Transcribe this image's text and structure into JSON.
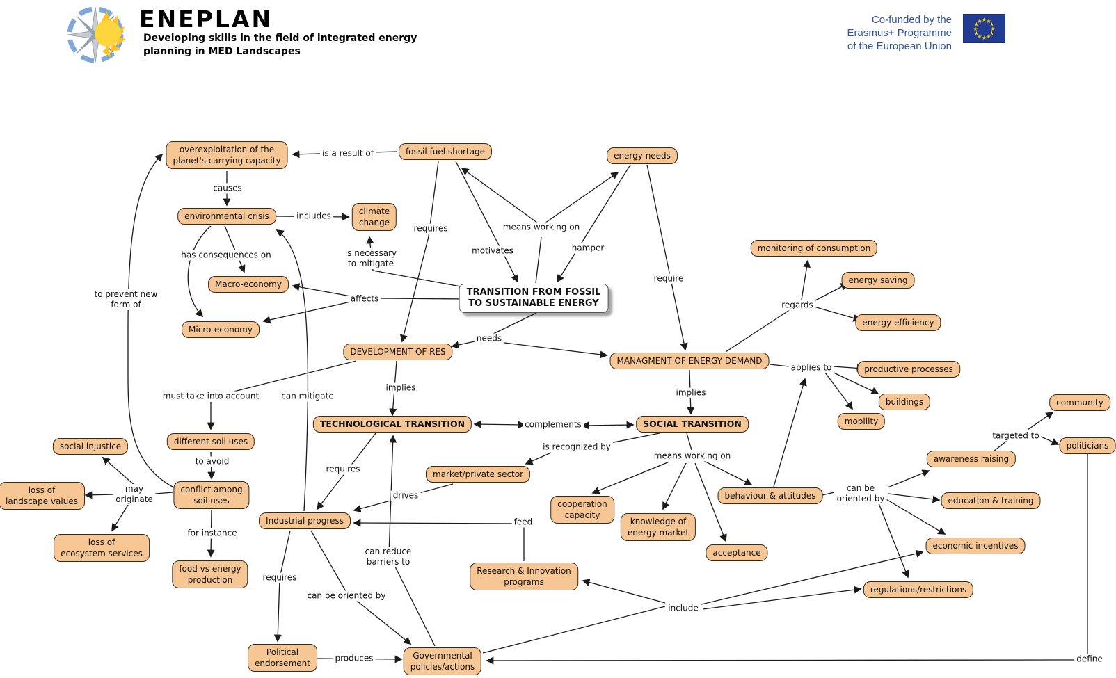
{
  "header": {
    "logo_title": "ENEPLAN",
    "logo_subtitle_line1": "Developing skills in the field of integrated energy",
    "logo_subtitle_line2": "planning in MED Landscapes",
    "eu_funding_line1": "Co-funded by the",
    "eu_funding_line2": "Erasmus+ Programme",
    "eu_funding_line3": "of the European Union"
  },
  "colors": {
    "node_fill": "#F6C795",
    "node_border": "#35291a",
    "central_node_fill": "#ffffff",
    "edge_color": "#1b1b1b",
    "eu_text_blue": "#2E55A3",
    "eu_flag_blue": "#223C8F",
    "eu_star_yellow": "#FFCC00",
    "logo_sun_yellow": "#FFD53E",
    "logo_compass_blue": "#7FA8D6"
  },
  "concept_map": {
    "nodes": [
      {
        "id": "overexploitation",
        "label": "overexploitation of the\nplanet's carrying capacity"
      },
      {
        "id": "fossil-fuel-shortage",
        "label": "fossil fuel shortage"
      },
      {
        "id": "energy-needs",
        "label": "energy needs"
      },
      {
        "id": "environmental-crisis",
        "label": "environmental crisis"
      },
      {
        "id": "climate-change",
        "label": "climate\nchange"
      },
      {
        "id": "macro-economy",
        "label": "Macro-economy"
      },
      {
        "id": "micro-economy",
        "label": "Micro-economy"
      },
      {
        "id": "transition",
        "label": "TRANSITION FROM FOSSIL\nTO SUSTAINABLE ENERGY"
      },
      {
        "id": "development-of-res",
        "label": "DEVELOPMENT OF RES"
      },
      {
        "id": "managment-energy-demand",
        "label": "MANAGMENT OF ENERGY DEMAND"
      },
      {
        "id": "monitoring-of-consumption",
        "label": "monitoring of consumption"
      },
      {
        "id": "energy-saving",
        "label": "energy saving"
      },
      {
        "id": "energy-efficiency",
        "label": "energy efficiency"
      },
      {
        "id": "productive-processes",
        "label": "productive processes"
      },
      {
        "id": "buildings",
        "label": "buildings"
      },
      {
        "id": "mobility",
        "label": "mobility"
      },
      {
        "id": "community",
        "label": "community"
      },
      {
        "id": "politicians",
        "label": "politicians"
      },
      {
        "id": "technological-transition",
        "label": "TECHNOLOGICAL TRANSITION"
      },
      {
        "id": "social-transition",
        "label": "SOCIAL TRANSITION"
      },
      {
        "id": "social-injustice",
        "label": "social injustice"
      },
      {
        "id": "loss-of-landscape-values",
        "label": "loss of\nlandscape values"
      },
      {
        "id": "loss-of-ecosystem-services",
        "label": "loss of\necosystem services"
      },
      {
        "id": "different-soil-uses",
        "label": "different soil uses"
      },
      {
        "id": "conflict-among-soil-uses",
        "label": "conflict among\nsoil uses"
      },
      {
        "id": "food-vs-energy-production",
        "label": "food vs energy\nproduction"
      },
      {
        "id": "industrial-progress",
        "label": "Industrial progress"
      },
      {
        "id": "market-private-sector",
        "label": "market/private sector"
      },
      {
        "id": "cooperation-capacity",
        "label": "cooperation\ncapacity"
      },
      {
        "id": "knowledge-of-energy-market",
        "label": "knowledge of\nenergy market"
      },
      {
        "id": "acceptance",
        "label": "acceptance"
      },
      {
        "id": "behaviour-attitudes",
        "label": "behaviour & attitudes"
      },
      {
        "id": "awareness-raising",
        "label": "awareness raising"
      },
      {
        "id": "education-training",
        "label": "education & training"
      },
      {
        "id": "economic-incentives",
        "label": "economic incentives"
      },
      {
        "id": "regulations-restrictions",
        "label": "regulations/restrictions"
      },
      {
        "id": "research-innovation-programs",
        "label": "Research & Innovation\nprograms"
      },
      {
        "id": "political-endorsement",
        "label": "Political\nendorsement"
      },
      {
        "id": "governmental-policies-actions",
        "label": "Governmental\npolicies/actions"
      }
    ],
    "link_labels": [
      {
        "id": "is-a-result-of",
        "text": "is a result of"
      },
      {
        "id": "causes",
        "text": "causes"
      },
      {
        "id": "includes",
        "text": "includes"
      },
      {
        "id": "is-necessary-to-mitigate",
        "text": "is necessary\nto mitigate"
      },
      {
        "id": "has-consequences-on",
        "text": "has consequences on"
      },
      {
        "id": "affects",
        "text": "affects"
      },
      {
        "id": "requires-res",
        "text": "requires"
      },
      {
        "id": "means-working-on",
        "text": "means working on"
      },
      {
        "id": "motivates",
        "text": "motivates"
      },
      {
        "id": "hamper",
        "text": "hamper"
      },
      {
        "id": "require",
        "text": "require"
      },
      {
        "id": "to-prevent-new-form-of",
        "text": "to prevent new\nform of"
      },
      {
        "id": "needs",
        "text": "needs"
      },
      {
        "id": "regards",
        "text": "regards"
      },
      {
        "id": "applies-to",
        "text": "applies to"
      },
      {
        "id": "implies-left",
        "text": "implies"
      },
      {
        "id": "implies-right",
        "text": "implies"
      },
      {
        "id": "must-take-into-account",
        "text": "must take into account"
      },
      {
        "id": "can-mitigate",
        "text": "can mitigate"
      },
      {
        "id": "complements",
        "text": "complements"
      },
      {
        "id": "is-recognized-by",
        "text": "is recognized by"
      },
      {
        "id": "means-working-on-2",
        "text": "means working on"
      },
      {
        "id": "may-originate",
        "text": "may\noriginate"
      },
      {
        "id": "to-avoid",
        "text": "to avoid"
      },
      {
        "id": "for-instance",
        "text": "for instance"
      },
      {
        "id": "requires-industrial",
        "text": "requires"
      },
      {
        "id": "drives",
        "text": "drives"
      },
      {
        "id": "feed",
        "text": "feed"
      },
      {
        "id": "can-reduce-barriers-to",
        "text": "can reduce\nbarriers to"
      },
      {
        "id": "can-be-oriented-by",
        "text": "can be\noriented by"
      },
      {
        "id": "targeted-to",
        "text": "targeted to"
      },
      {
        "id": "requires-political",
        "text": "requires"
      },
      {
        "id": "can-be-oriented-by-2",
        "text": "can be oriented by"
      },
      {
        "id": "produces",
        "text": "produces"
      },
      {
        "id": "include",
        "text": "include"
      },
      {
        "id": "define",
        "text": "define"
      }
    ]
  }
}
